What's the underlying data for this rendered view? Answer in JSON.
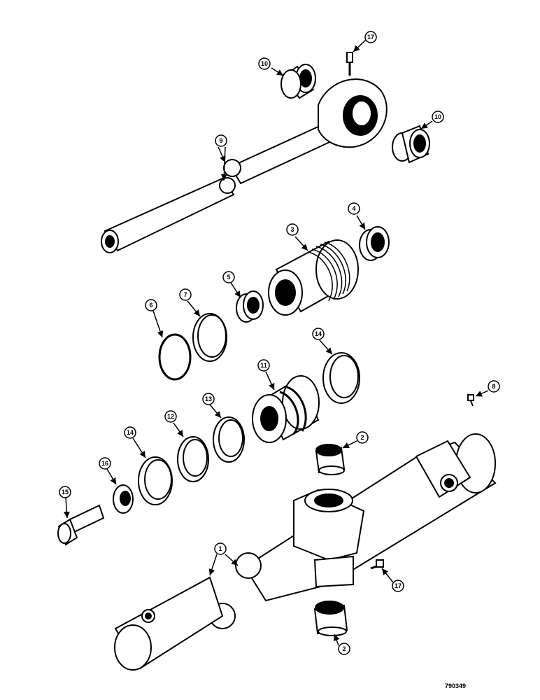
{
  "figure_code": "790349",
  "callouts": [
    {
      "id": "1",
      "label": "1"
    },
    {
      "id": "2a",
      "label": "2"
    },
    {
      "id": "2b",
      "label": "2"
    },
    {
      "id": "3",
      "label": "3"
    },
    {
      "id": "4",
      "label": "4"
    },
    {
      "id": "5",
      "label": "5"
    },
    {
      "id": "6",
      "label": "6"
    },
    {
      "id": "7",
      "label": "7"
    },
    {
      "id": "8",
      "label": "8"
    },
    {
      "id": "9",
      "label": "9"
    },
    {
      "id": "10a",
      "label": "10"
    },
    {
      "id": "10b",
      "label": "10"
    },
    {
      "id": "11",
      "label": "11"
    },
    {
      "id": "12",
      "label": "12"
    },
    {
      "id": "13",
      "label": "13"
    },
    {
      "id": "14a",
      "label": "14"
    },
    {
      "id": "14b",
      "label": "14"
    },
    {
      "id": "15",
      "label": "15"
    },
    {
      "id": "16",
      "label": "16"
    },
    {
      "id": "17a",
      "label": "17"
    },
    {
      "id": "17b",
      "label": "17"
    }
  ]
}
